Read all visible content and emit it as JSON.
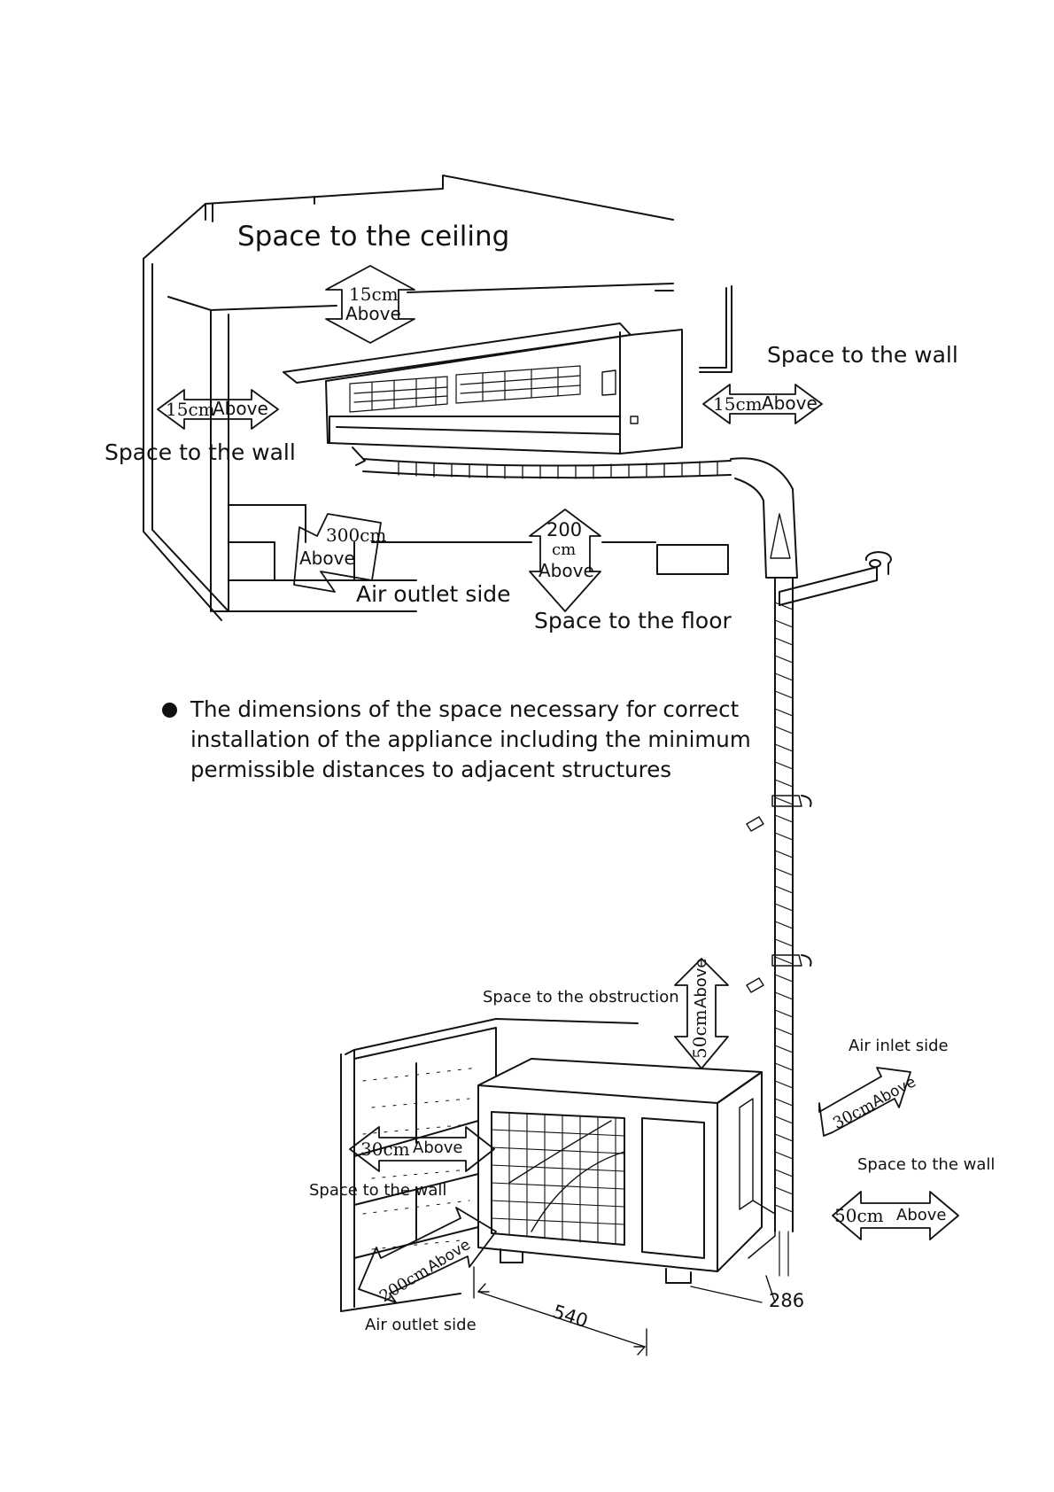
{
  "indoor": {
    "ceiling_title": "Space to the ceiling",
    "ceiling_value": "15cm",
    "ceiling_above": "Above",
    "wall_left_value": "15cm",
    "wall_left_above": "Above",
    "wall_left_label": "Space to the wall",
    "wall_right_label": "Space to the wall",
    "wall_right_value": "15cm",
    "wall_right_above": "Above",
    "outlet_value": "300cm",
    "outlet_above": "Above",
    "outlet_label": "Air outlet side",
    "floor_value": "200",
    "floor_unit": "cm",
    "floor_above": "Above",
    "floor_label": "Space to the floor"
  },
  "note": {
    "lines": [
      "The dimensions of the space necessary for correct",
      "installation of the appliance including the minimum",
      "permissible distances to adjacent structures"
    ]
  },
  "outdoor": {
    "obstruction_label": "Space to the obstruction",
    "obstruction_value": "50cm",
    "obstruction_above": "Above",
    "inlet_label": "Air inlet side",
    "inlet_value": "30cm",
    "inlet_above": "Above",
    "wall_right_label": "Space to the wall",
    "wall_right_value": "50cm",
    "wall_right_above": "Above",
    "wall_left_value": "30cm",
    "wall_left_above": "Above",
    "wall_left_label": "Space to the wall",
    "outlet_value": "200cm",
    "outlet_above": "Above",
    "outlet_label": "Air outlet side",
    "dim_width": "540",
    "dim_depth": "286"
  }
}
